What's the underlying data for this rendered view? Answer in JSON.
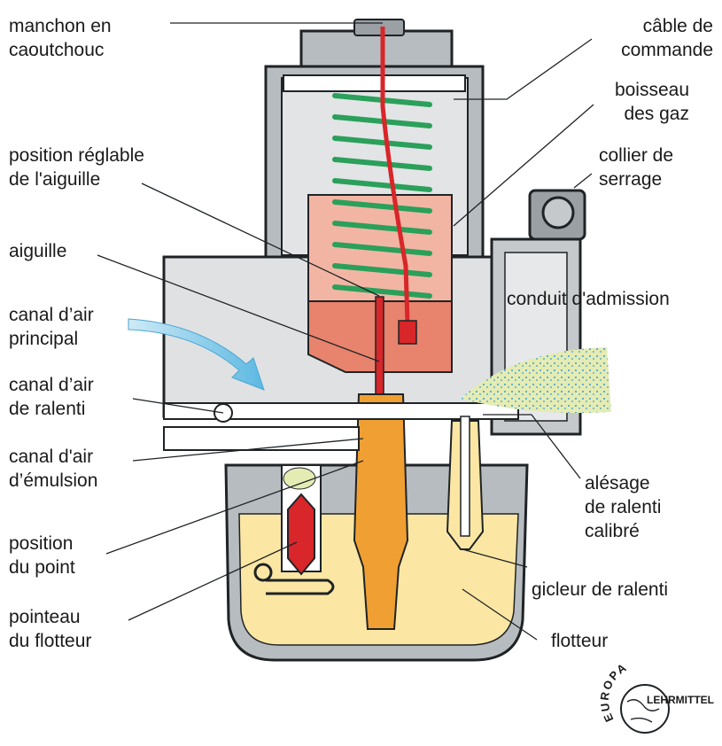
{
  "labels": {
    "manchon": "manchon en\ncaoutchouc",
    "cable": "câble de\ncommande",
    "boisseau": "boisseau\ndes gaz",
    "position_reglable": "position réglable\nde l'aiguille",
    "collier": "collier de\nserrage",
    "aiguille": "aiguille",
    "conduit": "conduit d'admission",
    "canal_air_principal": "canal d’air\nprincipal",
    "canal_air_ralenti": "canal d’air\nde ralenti",
    "canal_air_emulsion": "canal d'air\nd’émulsion",
    "alesage": "alésage\nde ralenti\ncalibré",
    "position_point": "position\ndu point",
    "gicleur": "gicleur de ralenti",
    "pointeau": "pointeau\ndu flotteur",
    "flotteur": "flotteur"
  },
  "logo": {
    "arc_text": "EUROPA",
    "brand_text": "LEHRMITTEL"
  },
  "colors": {
    "body_gray": "#b7bcc0",
    "outline": "#1f2326",
    "spring_green": "#2aa05a",
    "needle_red": "#d8262a",
    "slide_salmon": "#e88a74",
    "jet_orange": "#f0a032",
    "fuel_yellow": "#fbe7a3",
    "air_blue": "#7ec8e8",
    "mist_green": "#c8dc8c"
  }
}
